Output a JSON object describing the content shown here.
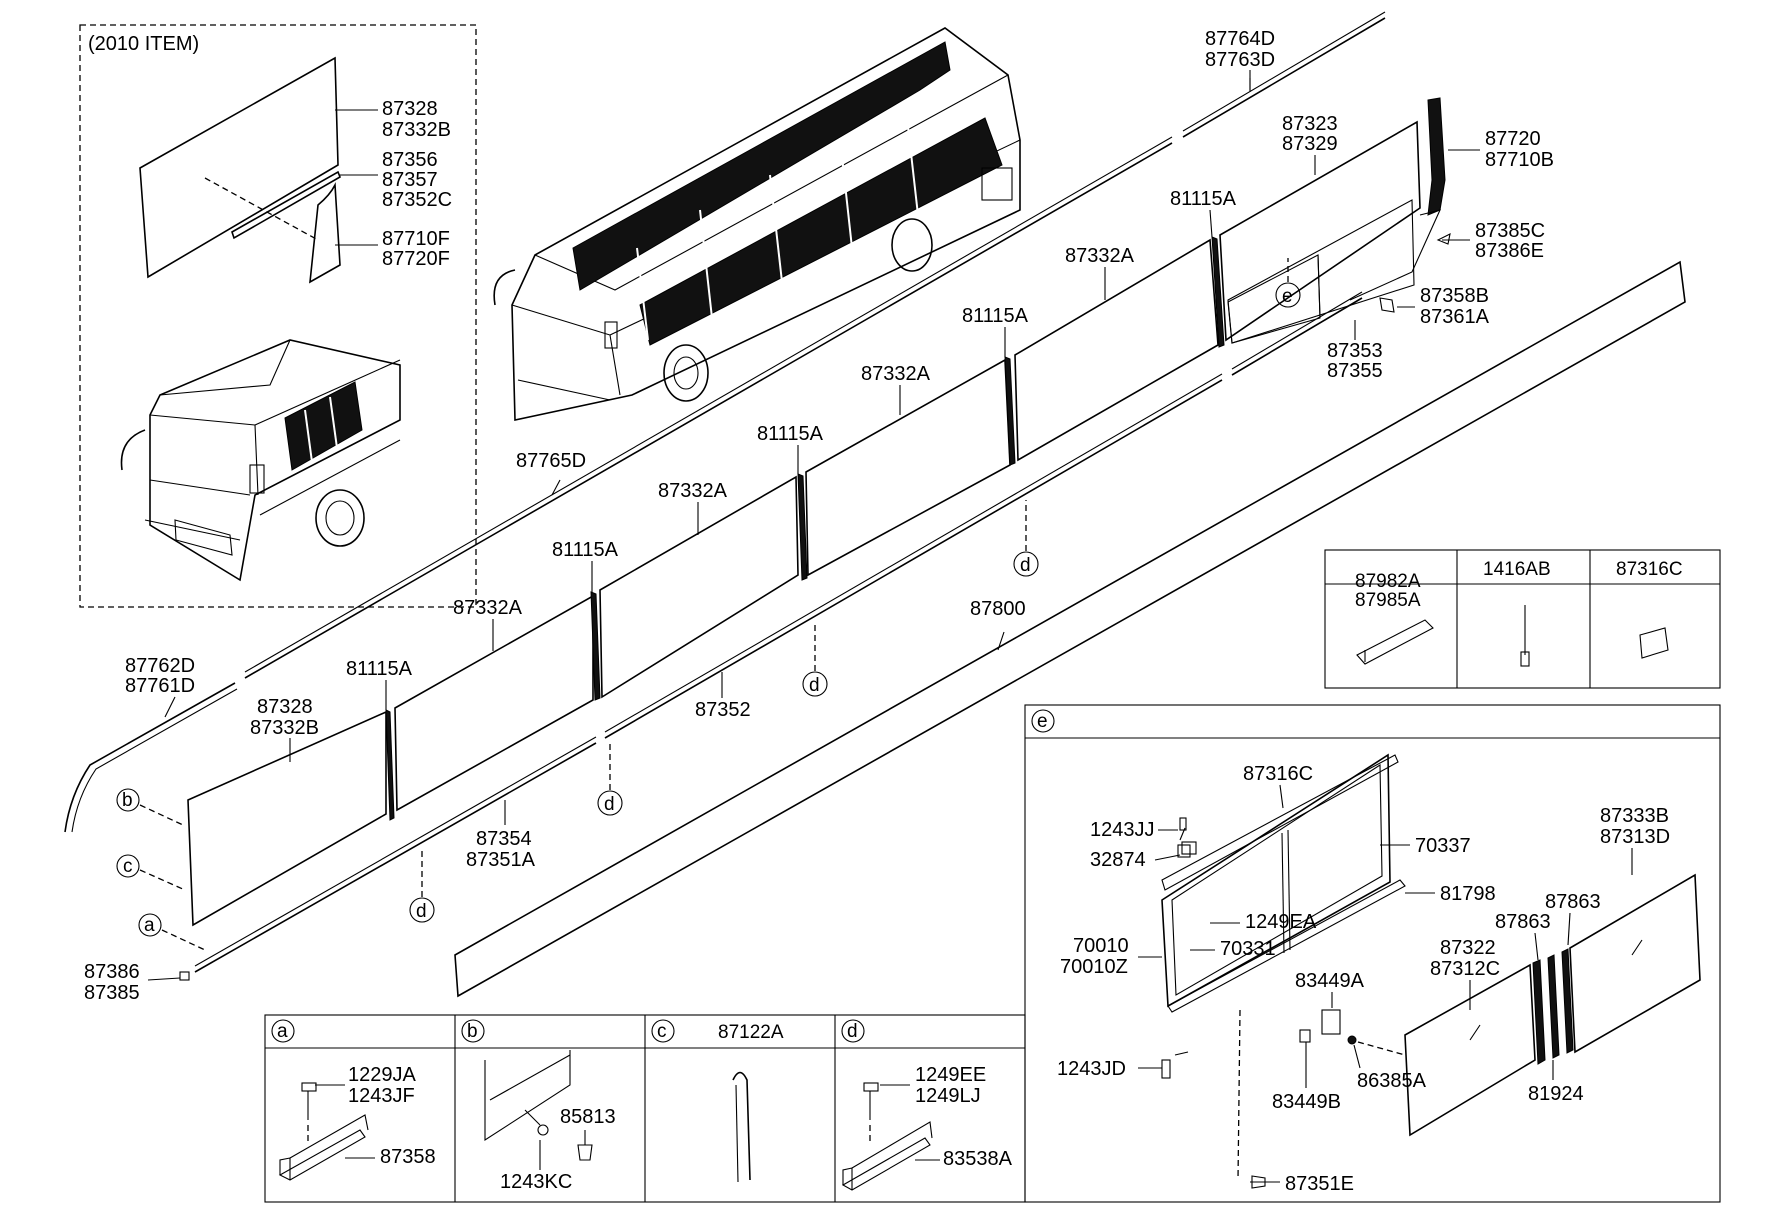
{
  "inset_2010": {
    "title": "(2010 ITEM)"
  },
  "labels": {
    "l_87328_top": "87328",
    "l_87332B_top": "87332B",
    "l_87356": "87356",
    "l_87357": "87357",
    "l_87352C": "87352C",
    "l_87710F": "87710F",
    "l_87720F": "87720F",
    "l_87764D": "87764D",
    "l_87763D": "87763D",
    "l_87323": "87323",
    "l_87329": "87329",
    "l_87720": "87720",
    "l_87710B": "87710B",
    "l_87385C": "87385C",
    "l_87386E": "87386E",
    "l_87358B": "87358B",
    "l_87361A": "87361A",
    "l_87353": "87353",
    "l_87355": "87355",
    "l_81115A_1": "81115A",
    "l_81115A_2": "81115A",
    "l_81115A_3": "81115A",
    "l_81115A_4": "81115A",
    "l_81115A_5": "81115A",
    "l_87332A_1": "87332A",
    "l_87332A_2": "87332A",
    "l_87332A_3": "87332A",
    "l_87332A_4": "87332A",
    "l_87765D": "87765D",
    "l_87762D": "87762D",
    "l_87761D": "87761D",
    "l_87328_bot": "87328",
    "l_87332B_bot": "87332B",
    "l_87800": "87800",
    "l_87352": "87352",
    "l_87354": "87354",
    "l_87351A": "87351A",
    "l_87386": "87386",
    "l_87385": "87385"
  },
  "callouts": {
    "a": "a",
    "b": "b",
    "c": "c",
    "d": "d",
    "e": "e"
  },
  "parts_table": {
    "col1": {
      "line1": "87982A",
      "line2": "87985A"
    },
    "col2": "1416AB",
    "col3": "87316C"
  },
  "detail_e": {
    "letter": "e",
    "labels": {
      "l_87316C": "87316C",
      "l_1243JJ": "1243JJ",
      "l_32874": "32874",
      "l_70337": "70337",
      "l_81798": "81798",
      "l_1249EA": "1249EA",
      "l_70010": "70010",
      "l_70010Z": "70010Z",
      "l_70331": "70331",
      "l_87333B": "87333B",
      "l_87313D": "87313D",
      "l_87863_a": "87863",
      "l_87863_b": "87863",
      "l_87322": "87322",
      "l_87312C": "87312C",
      "l_83449A": "83449A",
      "l_1243JD": "1243JD",
      "l_83449B": "83449B",
      "l_86385A": "86385A",
      "l_81924": "81924",
      "l_87351E": "87351E"
    }
  },
  "bottom_boxes": {
    "a": {
      "letter": "a",
      "l1": "1229JA",
      "l2": "1243JF",
      "l3": "87358"
    },
    "b": {
      "letter": "b",
      "l1": "85813",
      "l2": "1243KC"
    },
    "c": {
      "letter": "c",
      "title": "87122A"
    },
    "d": {
      "letter": "d",
      "l1": "1249EE",
      "l2": "1249LJ",
      "l3": "83538A"
    }
  }
}
